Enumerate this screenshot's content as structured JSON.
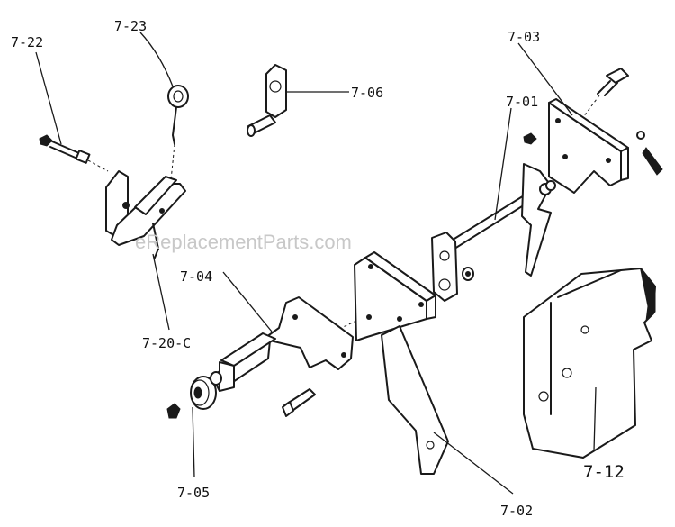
{
  "watermark": "eReplacementParts.com",
  "labels": {
    "p722": "7-22",
    "p723": "7-23",
    "p706": "7-06",
    "p703": "7-03",
    "p701": "7-01",
    "p704": "7-04",
    "p720c": "7-20-C",
    "p705": "7-05",
    "p702": "7-02",
    "p712": "7-12"
  }
}
